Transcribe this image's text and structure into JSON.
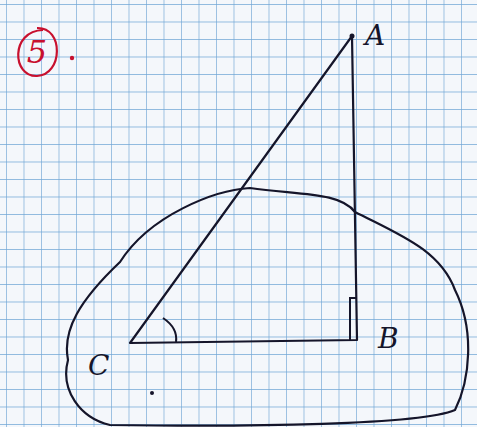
{
  "diagram": {
    "nodes": [
      {
        "text": [
          "5"
        ]
      }
    ],
    "labels": [
      "A",
      "B",
      "C"
    ]
  }
}
